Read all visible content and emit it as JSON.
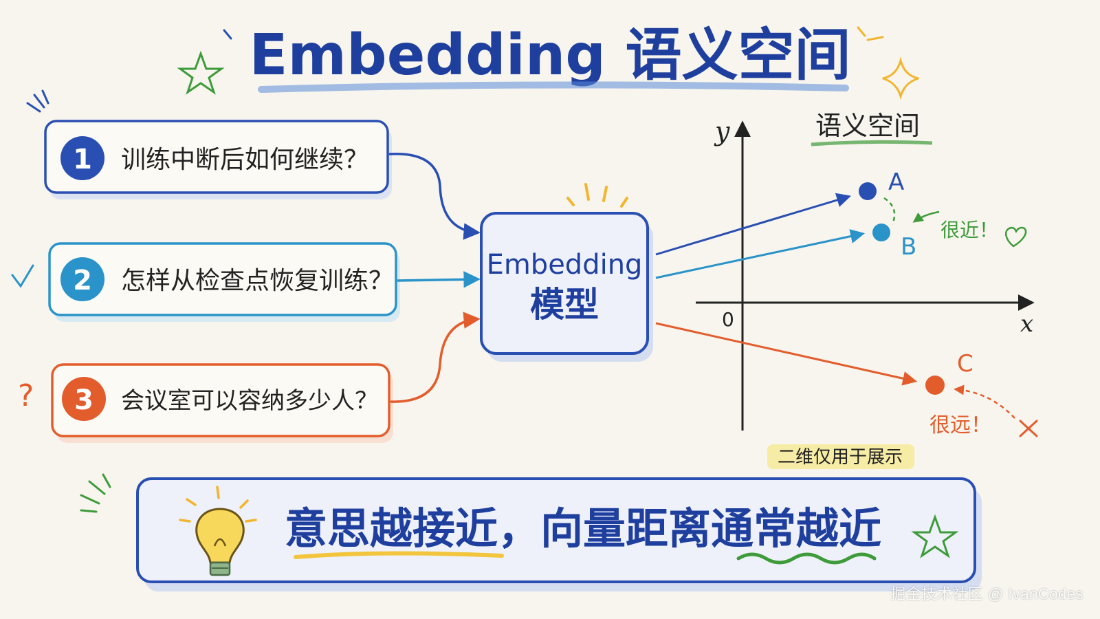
{
  "title": "Embedding 语义空间",
  "questions": [
    {
      "number": "1",
      "text": "训练中断后如何继续？",
      "color": "#2a4fb3"
    },
    {
      "number": "2",
      "text": "怎样从检查点恢复训练？",
      "color": "#2a93c9"
    },
    {
      "number": "3",
      "text": "会议室可以容纳多少人？",
      "color": "#e35d2c"
    }
  ],
  "model": {
    "line1": "Embedding",
    "line2": "模型"
  },
  "space": {
    "title": "语义空间",
    "y_label": "y",
    "x_label": "x",
    "origin_label": "0",
    "points": [
      {
        "label": "A",
        "color": "#2a4fb3"
      },
      {
        "label": "B",
        "color": "#2a93c9"
      },
      {
        "label": "C",
        "color": "#e35d2c"
      }
    ],
    "near_note": "很近！",
    "far_note": "很远！",
    "caption": "二维仅用于展示"
  },
  "bottom_banner": "意思越接近，向量距离通常越近",
  "watermark": "掘金技术社区 @ IvanCodes",
  "colors": {
    "navy": "#1f3f9e",
    "blue": "#2a4fb3",
    "teal": "#2a93c9",
    "orange": "#e35d2c",
    "green": "#3e9b3a",
    "yellow": "#f2c53d",
    "paper": "#f7f5ee"
  }
}
